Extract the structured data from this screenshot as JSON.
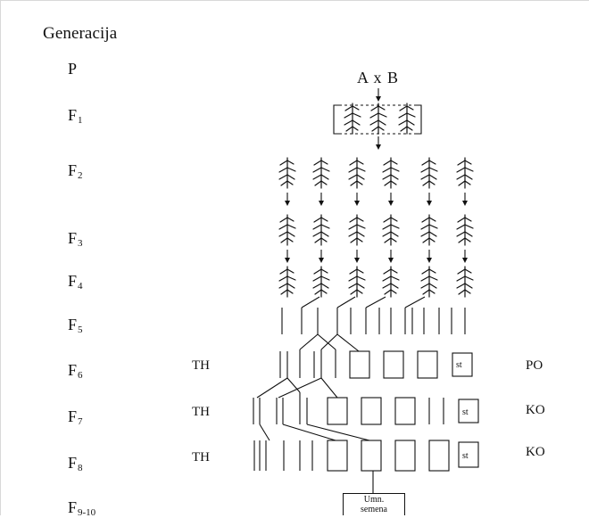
{
  "title": "Generacija",
  "cross": "A x B",
  "generations": [
    {
      "base": "P",
      "sub": ""
    },
    {
      "base": "F",
      "sub": "1"
    },
    {
      "base": "F",
      "sub": "2"
    },
    {
      "base": "F",
      "sub": "3"
    },
    {
      "base": "F",
      "sub": "4"
    },
    {
      "base": "F",
      "sub": "5"
    },
    {
      "base": "F",
      "sub": "6"
    },
    {
      "base": "F",
      "sub": "7"
    },
    {
      "base": "F",
      "sub": "8"
    },
    {
      "base": "F",
      "sub": "9-10"
    }
  ],
  "th_labels": [
    "TH",
    "TH",
    "TH"
  ],
  "right_labels": [
    "PO",
    "KO",
    "KO"
  ],
  "st_label": "st",
  "umn_box": {
    "line1": "Umn.",
    "line2": "semena"
  }
}
